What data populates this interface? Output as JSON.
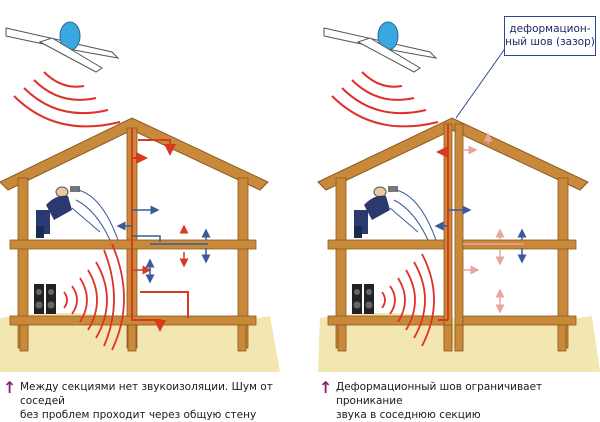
{
  "callout": {
    "line1": "деформацион-",
    "line2": "ный шов (зазор)"
  },
  "captions": {
    "left_line1": "Между секциями нет звукоизоляции. Шум от соседей",
    "left_line2": "без проблем проходит через общую стену",
    "right_line1": "Деформационный шов ограничивает проникание",
    "right_line2": "звука в соседнюю секцию"
  },
  "icons": {
    "caption_arrow": "↑"
  },
  "colors": {
    "wall": "#c9893a",
    "wall_dark": "#8a5a1e",
    "ground": "#f3e6b0",
    "sound_wave": "#e0302a",
    "noise_path": "#d63a1f",
    "blocked_path": "#e8a59c",
    "blue_arrow": "#3a5a9a",
    "plane": "#3aa8e0",
    "accent_arrow": "#8a1f7a"
  }
}
